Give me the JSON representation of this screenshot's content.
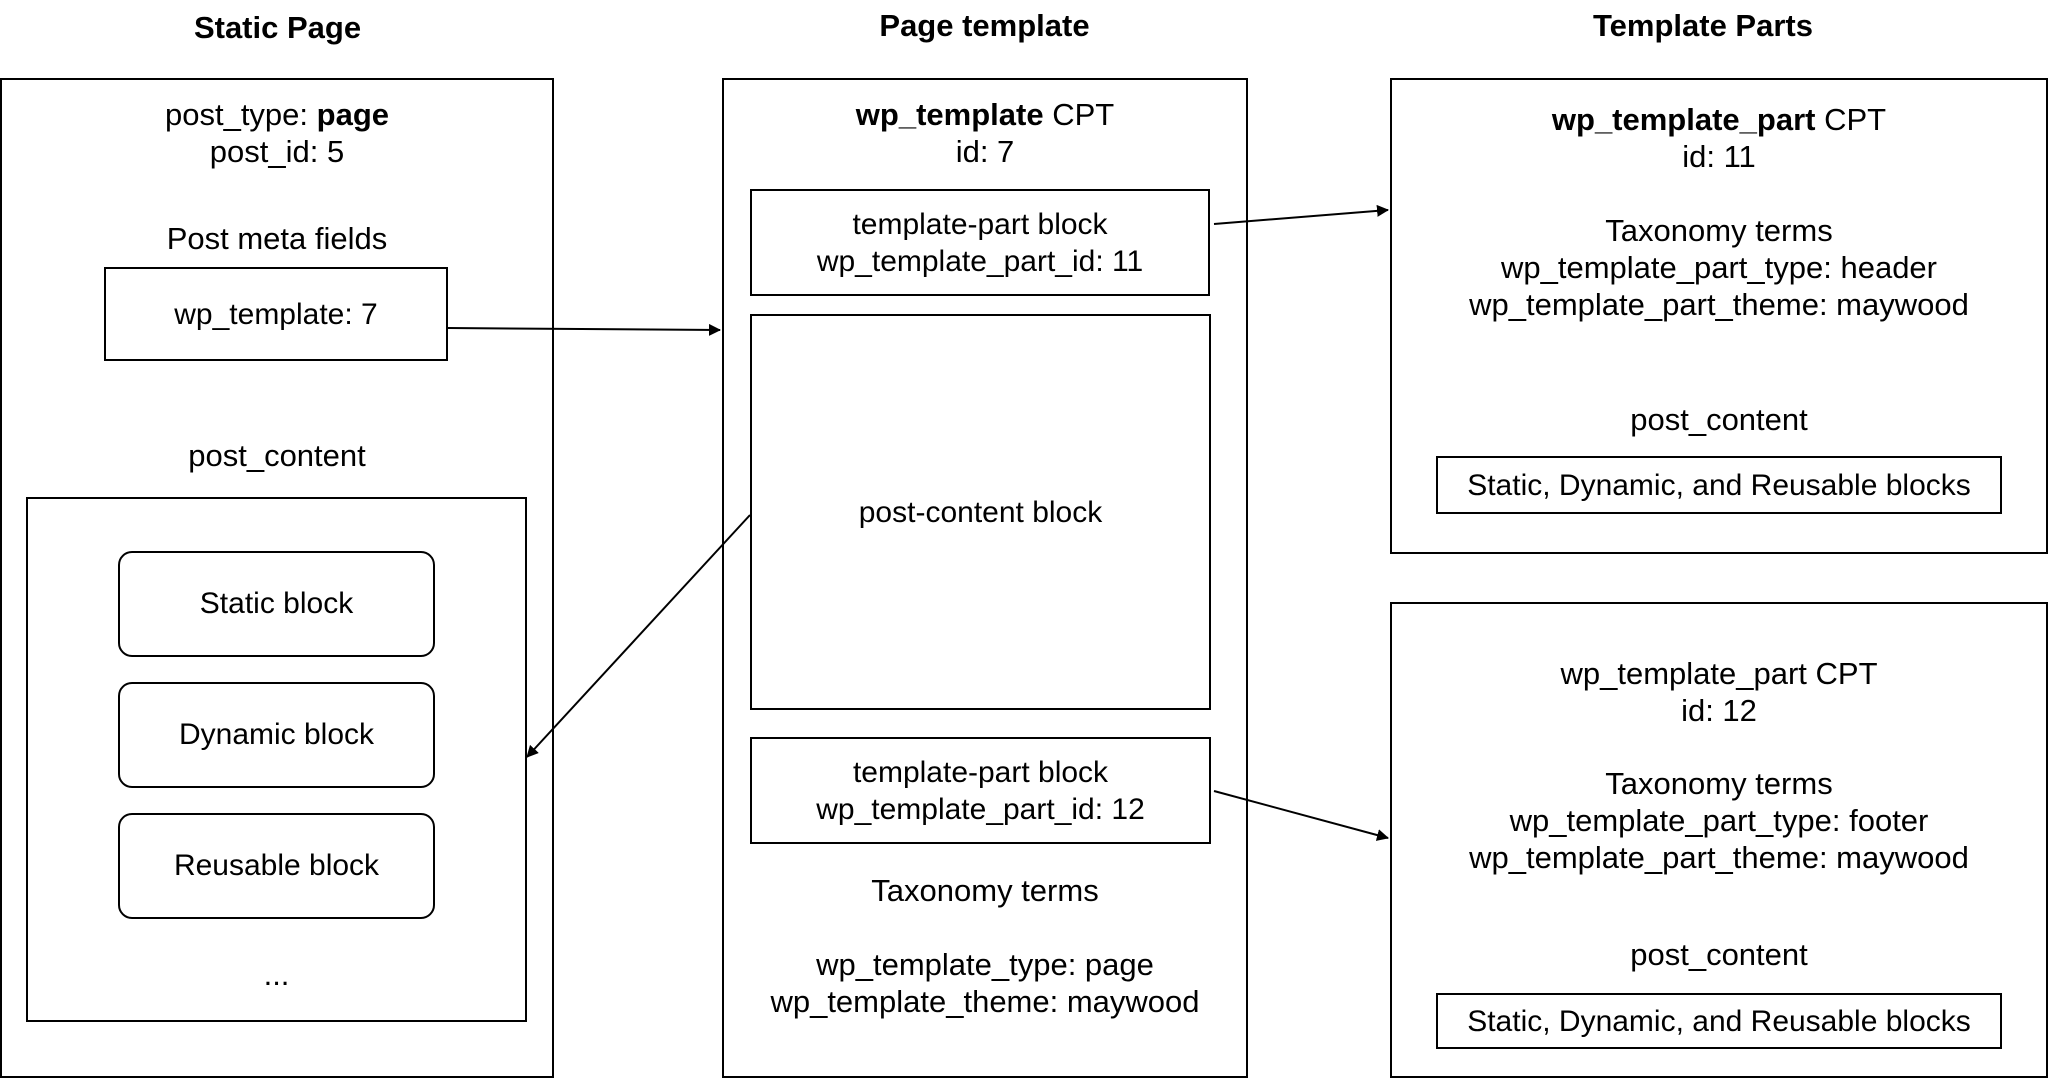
{
  "columns": {
    "static_page": "Static Page",
    "page_template": "Page template",
    "template_parts": "Template Parts"
  },
  "static_page": {
    "post_type_label": "post_type: ",
    "post_type_value": "page",
    "post_id": "post_id: 5",
    "meta_heading": "Post meta fields",
    "meta_field": "wp_template: 7",
    "content_heading": "post_content",
    "blocks": [
      "Static block",
      "Dynamic block",
      "Reusable block"
    ],
    "ellipsis": "..."
  },
  "page_template": {
    "cpt_name": "wp_template",
    "cpt_suffix": " CPT",
    "id": "id: 7",
    "header_part": {
      "line1": "template-part block",
      "line2": "wp_template_part_id: 11"
    },
    "post_content_block": "post-content block",
    "footer_part": {
      "line1": "template-part block",
      "line2": "wp_template_part_id: 12"
    },
    "taxonomy_heading": "Taxonomy terms",
    "taxonomy_type": "wp_template_type: page",
    "taxonomy_theme": "wp_template_theme: maywood"
  },
  "template_part_header": {
    "cpt_name": "wp_template_part",
    "cpt_suffix": " CPT",
    "id": "id: 11",
    "taxonomy_heading": "Taxonomy terms",
    "taxonomy_type": "wp_template_part_type: header",
    "taxonomy_theme": "wp_template_part_theme: maywood",
    "content_heading": "post_content",
    "content_box": "Static, Dynamic, and Reusable blocks"
  },
  "template_part_footer": {
    "cpt_title": "wp_template_part CPT",
    "id": "id: 12",
    "taxonomy_heading": "Taxonomy terms",
    "taxonomy_type": "wp_template_part_type: footer",
    "taxonomy_theme": "wp_template_part_theme: maywood",
    "content_heading": "post_content",
    "content_box": "Static, Dynamic, and Reusable blocks"
  }
}
